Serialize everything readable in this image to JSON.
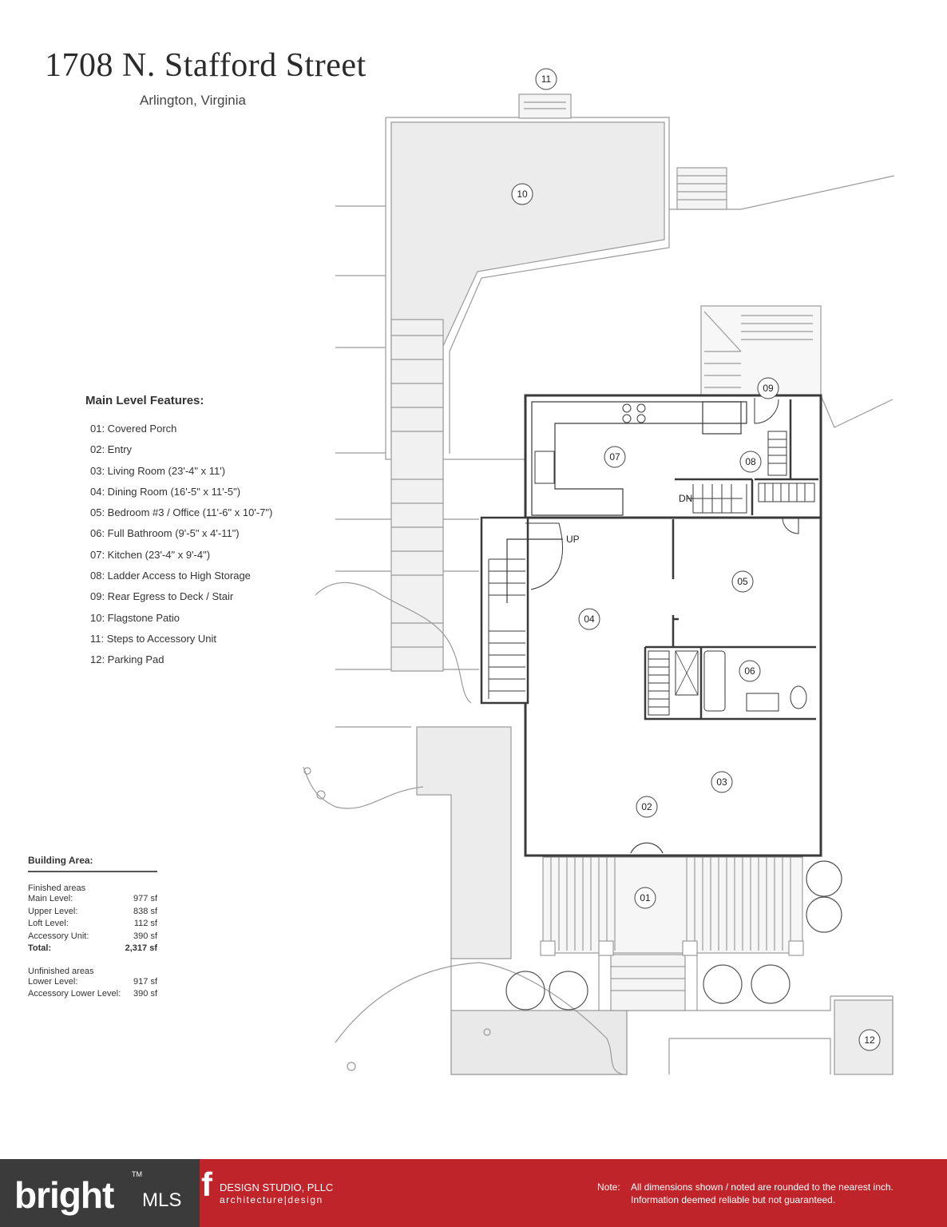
{
  "header": {
    "title": "1708 N. Stafford Street",
    "subtitle": "Arlington, Virginia"
  },
  "features": {
    "heading": "Main Level Features:",
    "items": [
      "01:  Covered Porch",
      "02:  Entry",
      "03:  Living Room (23'-4\" x 11')",
      "04:  Dining Room (16'-5\" x 11'-5\")",
      "05:  Bedroom #3 / Office (11'-6\" x 10'-7\")",
      "06:  Full Bathroom (9'-5\" x 4'-11\")",
      "07:  Kitchen (23'-4\" x 9'-4\")",
      "08:  Ladder Access to High Storage",
      "09:  Rear Egress to Deck / Stair",
      "10:  Flagstone Patio",
      "11:  Steps to Accessory Unit",
      "12:  Parking Pad"
    ]
  },
  "area": {
    "heading": "Building Area:",
    "finished_heading": "Finished areas",
    "finished": [
      {
        "label": "Main Level:",
        "value": "977 sf"
      },
      {
        "label": "Upper Level:",
        "value": "838 sf"
      },
      {
        "label": "Loft Level:",
        "value": "112 sf"
      },
      {
        "label": "Accessory Unit:",
        "value": "390 sf"
      }
    ],
    "total": {
      "label": "Total:",
      "value": "2,317 sf"
    },
    "unfinished_heading": "Unfinished areas",
    "unfinished": [
      {
        "label": "Lower Level:",
        "value": "917 sf"
      },
      {
        "label": "Accessory Lower Level:",
        "value": "390 sf"
      }
    ]
  },
  "plan": {
    "labels": {
      "r01": "01",
      "r02": "02",
      "r03": "03",
      "r04": "04",
      "r05": "05",
      "r06": "06",
      "r07": "07",
      "r08": "08",
      "r09": "09",
      "r10": "10",
      "r11": "11",
      "r12": "12",
      "up": "UP",
      "dn": "DN"
    }
  },
  "footer": {
    "bright": "bright",
    "tm": "TM",
    "mls": "MLS",
    "studio_letter": "f",
    "studio_name": "DESIGN STUDIO, PLLC",
    "studio_tagline": "architecture|design",
    "note_label": "Note:",
    "note_line1": "All dimensions shown / noted are rounded to the nearest inch.",
    "note_line2": "Information deemed reliable but not guaranteed.",
    "colors": {
      "footer_bg": "#c0242b",
      "logo_bg": "#3b3b3b"
    }
  }
}
